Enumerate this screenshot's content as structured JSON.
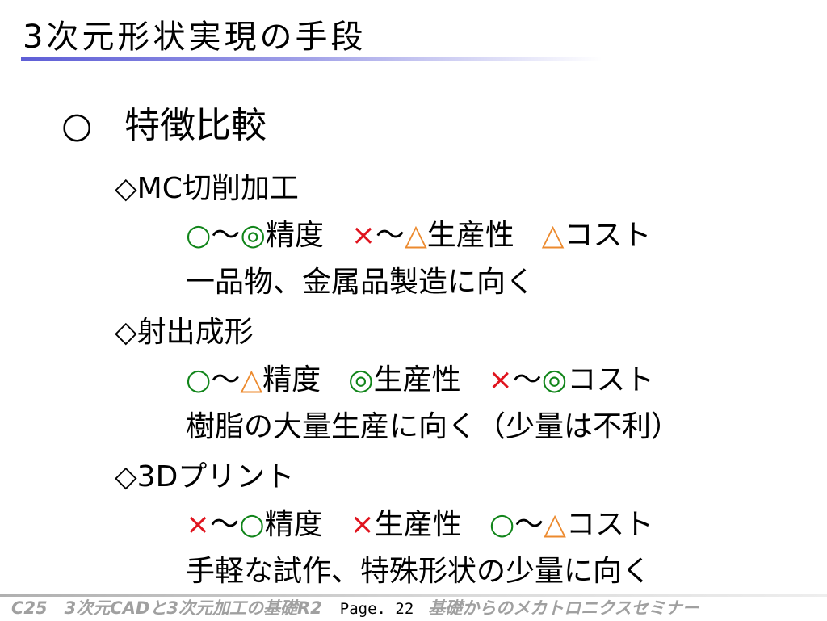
{
  "title": "3次元形状実現の手段",
  "heading": {
    "bullet": "○",
    "text": "特徴比較"
  },
  "sections": [
    {
      "name": "◇MC切削加工",
      "ratings": {
        "precision_mark_a": "○",
        "precision_sep": "～",
        "precision_mark_b": "◎",
        "precision_label": "精度",
        "productivity_mark_a": "×",
        "productivity_sep": "～",
        "productivity_mark_b": "△",
        "productivity_label": "生産性",
        "cost_mark": "△",
        "cost_label": "コスト"
      },
      "note": "一品物、金属品製造に向く"
    },
    {
      "name": "◇射出成形",
      "ratings": {
        "precision_mark_a": "○",
        "precision_sep": "～",
        "precision_mark_b": "△",
        "precision_label": "精度",
        "productivity_mark": "◎",
        "productivity_label": "生産性",
        "cost_mark_a": "×",
        "cost_sep": "～",
        "cost_mark_b": "◎",
        "cost_label": "コスト"
      },
      "note": "樹脂の大量生産に向く（少量は不利）"
    },
    {
      "name": "◇3Dプリント",
      "ratings": {
        "precision_mark_a": "×",
        "precision_sep": "～",
        "precision_mark_b": "○",
        "precision_label": "精度",
        "productivity_mark": "×",
        "productivity_label": "生産性",
        "cost_mark_a": "○",
        "cost_sep": "～",
        "cost_mark_b": "△",
        "cost_label": "コスト"
      },
      "note": "手軽な試作、特殊形状の少量に向く"
    }
  ],
  "footer": {
    "course": "C25　3次元CADと3次元加工の基礎R2",
    "page": "Page. 22",
    "seminar": "基礎からのメカトロニクスセミナー"
  },
  "colors": {
    "good": "#11851a",
    "bad": "#e0141e",
    "fair": "#ec8a2e",
    "title_underline": "#5e5ed6",
    "footer_text": "#a0a0a0"
  }
}
